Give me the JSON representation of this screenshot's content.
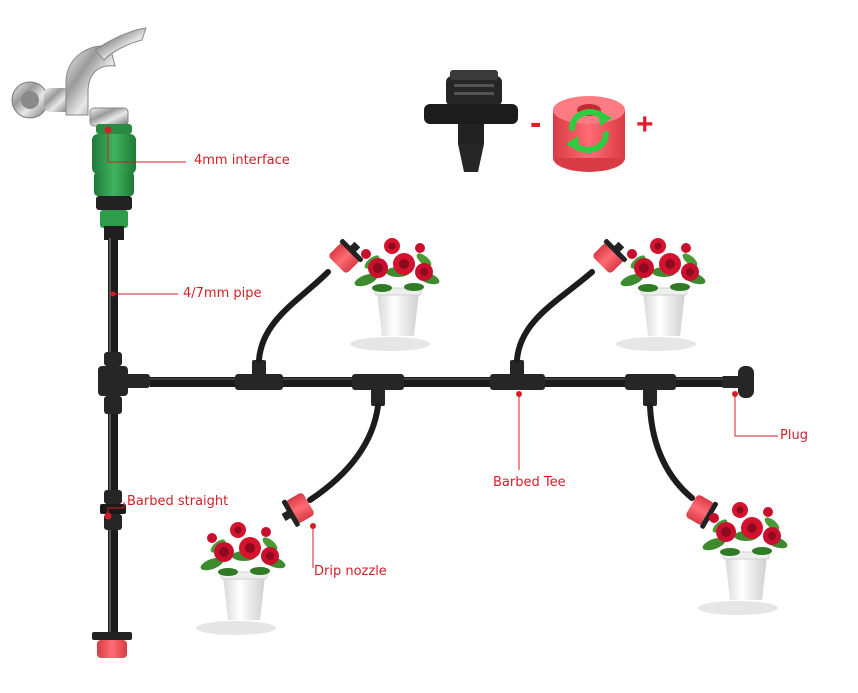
{
  "labels": {
    "interface": "4mm interface",
    "pipe": "4/7mm pipe",
    "straight": "Barbed straight",
    "tee": "Barbed Tee",
    "nozzle": "Drip nozzle",
    "plug": "Plug"
  },
  "adjust": {
    "minus": "-",
    "plus": "+"
  },
  "colors": {
    "label": "#d21f26",
    "pipe": "#1c1c1c",
    "connector_green": "#2f9c4c",
    "nozzle_red": "#f0505a",
    "flower_red": "#c8102e",
    "leaf_green": "#3e8b2f",
    "pot": "#f4f4f4"
  },
  "icons": [
    "faucet-icon",
    "flower-pot-icon",
    "nozzle-icon",
    "adjust-arrow-icon"
  ]
}
